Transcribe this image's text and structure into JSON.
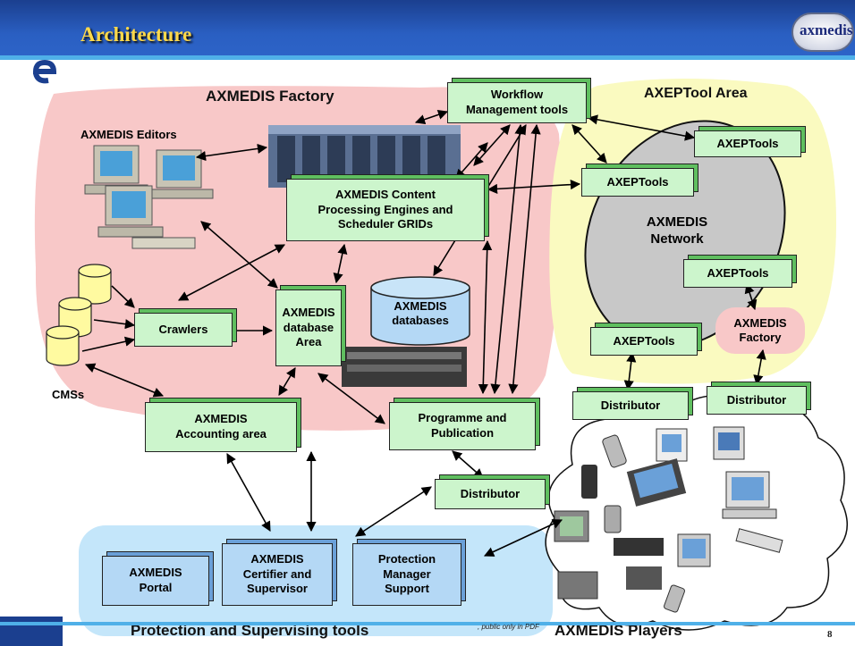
{
  "slide": {
    "title": "Architecture",
    "logo_text": "axmedis",
    "footer_note": ", public only in PDF",
    "page_number": "8"
  },
  "regions": {
    "factory": "AXMEDIS Factory",
    "axeptool_area": "AXEPTool Area",
    "protection": "Protection and Supervising tools",
    "players": "AXMEDIS Players",
    "network": "AXMEDIS\nNetwork"
  },
  "labels": {
    "editors": "AXMEDIS Editors",
    "cmss": "CMSs",
    "databases": "AXMEDIS\ndatabases",
    "factory_small": "AXMEDIS\nFactory"
  },
  "boxes": {
    "workflow": "Workflow\nManagement tools",
    "content_processing": "AXMEDIS Content\nProcessing Engines and\nScheduler GRIDs",
    "crawlers": "Crawlers",
    "database_area": "AXMEDIS\ndatabase\nArea",
    "accounting": "AXMEDIS\nAccounting area",
    "programme": "Programme and\nPublication",
    "distributor_main": "Distributor",
    "distributor_left": "Distributor",
    "distributor_right": "Distributor",
    "axeptools_1": "AXEPTools",
    "axeptools_2": "AXEPTools",
    "axeptools_3": "AXEPTools",
    "axeptools_4": "AXEPTools",
    "portal": "AXMEDIS\nPortal",
    "certifier": "AXMEDIS\nCertifier and\nSupervisor",
    "protection_manager": "Protection\nManager\nSupport"
  },
  "colors": {
    "header": "#2a5fc2",
    "title": "#ffd94a",
    "factory_bg": "#f8c8c8",
    "axeptool_bg": "#fafac0",
    "network_bg": "#c8c8c8",
    "protection_bg": "#c4e6fa",
    "box_green": "#ccf5cc",
    "box_blue": "#b4d8f5"
  }
}
